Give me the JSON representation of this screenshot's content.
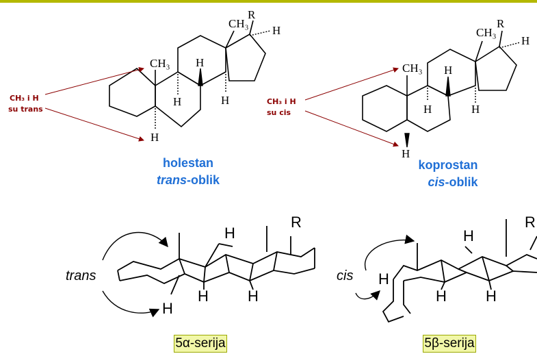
{
  "colors": {
    "accent_line": "#b4b800",
    "label_red": "#8b0000",
    "label_blue": "#1f6fd6",
    "series_box_bg": "#f1f7a8"
  },
  "left": {
    "annotation_line1": "CH₃ i H",
    "annotation_line2": "su trans",
    "atoms": {
      "ch3_top": "CH₃",
      "ch3_ring": "CH₃",
      "r": "R",
      "h_right": "H",
      "h_mid": "H",
      "h_c9": "H",
      "h_c14": "H",
      "h_c5": "H"
    },
    "name": "holestan",
    "form_prefix": "trans",
    "form_suffix": "-oblik"
  },
  "right": {
    "annotation_line1": "CH₃ i H",
    "annotation_line2": "su cis",
    "atoms": {
      "ch3_top": "CH₃",
      "ch3_ring": "CH₃",
      "r": "R",
      "h_right": "H",
      "h_mid": "H",
      "h_c9": "H",
      "h_c14": "H",
      "h_c5": "H"
    },
    "name": "koprostan",
    "form_prefix": "cis",
    "form_suffix": "-oblik"
  },
  "bottom_left": {
    "label": "trans",
    "atoms": {
      "r": "R",
      "h_top": "H",
      "h_mid": "H",
      "h_right": "H",
      "h_bottom": "H"
    },
    "series": "5α-serija"
  },
  "bottom_right": {
    "label": "cis",
    "atoms": {
      "r": "R",
      "h_top": "H",
      "h_mid": "H",
      "h_right": "H",
      "h_left": "H"
    },
    "series": "5β-serija"
  }
}
